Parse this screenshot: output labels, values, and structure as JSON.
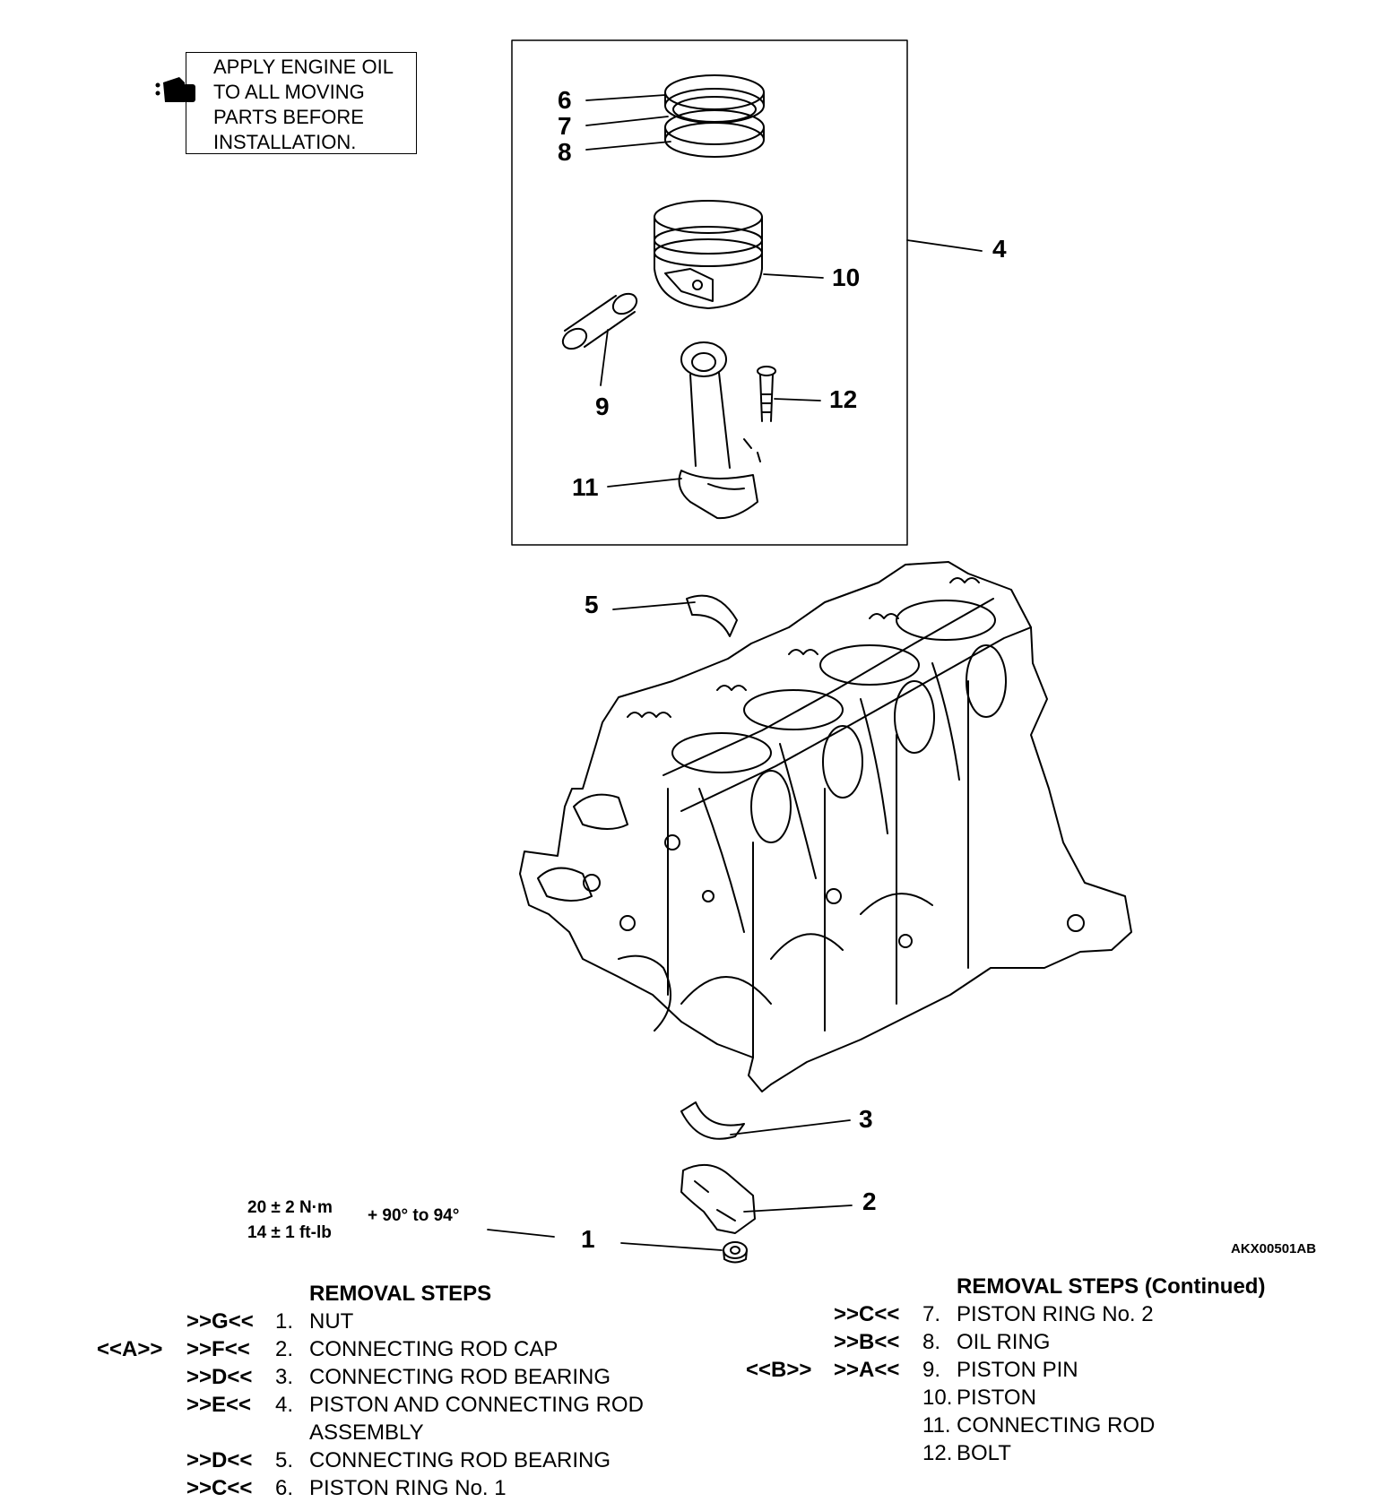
{
  "note": {
    "lines": [
      "APPLY ENGINE OIL",
      "TO ALL MOVING",
      "PARTS BEFORE",
      "INSTALLATION."
    ]
  },
  "callouts": [
    "1",
    "2",
    "3",
    "4",
    "5",
    "6",
    "7",
    "8",
    "9",
    "10",
    "11",
    "12"
  ],
  "torque": {
    "metric": "20 ± 2 N·m",
    "imperial": "14 ± 1 ft-lb",
    "angle": "+ 90° to 94°"
  },
  "figure_code": "AKX00501AB",
  "removal_left": {
    "title": "REMOVAL STEPS",
    "rows": [
      {
        "pre": "",
        "mark": ">>G<<",
        "num": "1.",
        "text": "NUT"
      },
      {
        "pre": "<<A>>",
        "mark": ">>F<<",
        "num": "2.",
        "text": "CONNECTING ROD CAP"
      },
      {
        "pre": "",
        "mark": ">>D<<",
        "num": "3.",
        "text": "CONNECTING ROD BEARING"
      },
      {
        "pre": "",
        "mark": ">>E<<",
        "num": "4.",
        "text": "PISTON AND CONNECTING ROD"
      },
      {
        "pre": "",
        "mark": "",
        "num": "",
        "text": "ASSEMBLY"
      },
      {
        "pre": "",
        "mark": ">>D<<",
        "num": "5.",
        "text": "CONNECTING ROD BEARING"
      },
      {
        "pre": "",
        "mark": ">>C<<",
        "num": "6.",
        "text": "PISTON RING No. 1"
      }
    ]
  },
  "removal_right": {
    "title": "REMOVAL STEPS (Continued)",
    "rows": [
      {
        "pre": "",
        "mark": ">>C<<",
        "num": "7.",
        "text": "PISTON RING No. 2"
      },
      {
        "pre": "",
        "mark": ">>B<<",
        "num": "8.",
        "text": "OIL RING"
      },
      {
        "pre": "<<B>>",
        "mark": ">>A<<",
        "num": "9.",
        "text": "PISTON PIN"
      },
      {
        "pre": "",
        "mark": "",
        "num": "10.",
        "text": "PISTON"
      },
      {
        "pre": "",
        "mark": "",
        "num": "11.",
        "text": "CONNECTING ROD"
      },
      {
        "pre": "",
        "mark": "",
        "num": "12.",
        "text": "BOLT"
      }
    ]
  }
}
